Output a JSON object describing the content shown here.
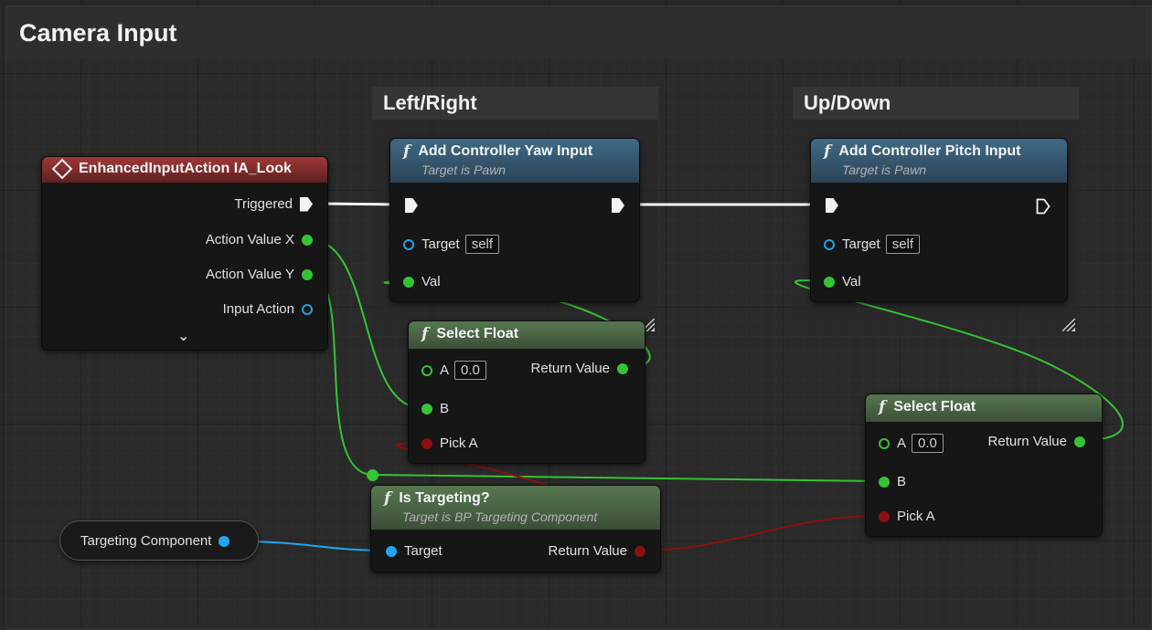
{
  "graph": {
    "title": "Camera Input",
    "comments": [
      {
        "title": "Left/Right"
      },
      {
        "title": "Up/Down"
      }
    ]
  },
  "nodes": {
    "event": {
      "title": "EnhancedInputAction IA_Look",
      "pins": {
        "triggered": "Triggered",
        "action_x": "Action Value X",
        "action_y": "Action Value Y",
        "input_action": "Input Action"
      }
    },
    "yaw": {
      "title": "Add Controller Yaw Input",
      "subtitle": "Target is Pawn",
      "target_label": "Target",
      "target_value": "self",
      "val_label": "Val"
    },
    "pitch": {
      "title": "Add Controller Pitch Input",
      "subtitle": "Target is Pawn",
      "target_label": "Target",
      "target_value": "self",
      "val_label": "Val"
    },
    "select1": {
      "title": "Select Float",
      "a_label": "A",
      "a_value": "0.0",
      "b_label": "B",
      "pick_label": "Pick A",
      "return_label": "Return Value"
    },
    "select2": {
      "title": "Select Float",
      "a_label": "A",
      "a_value": "0.0",
      "b_label": "B",
      "pick_label": "Pick A",
      "return_label": "Return Value"
    },
    "targeting": {
      "title": "Is Targeting?",
      "subtitle": "Target is BP Targeting Component",
      "target_label": "Target",
      "return_label": "Return Value"
    },
    "variable": {
      "label": "Targeting Component"
    }
  },
  "colors": {
    "exec": "#f2f2f2",
    "float": "#36c336",
    "object": "#22a6f0",
    "bool": "#8a1010"
  }
}
